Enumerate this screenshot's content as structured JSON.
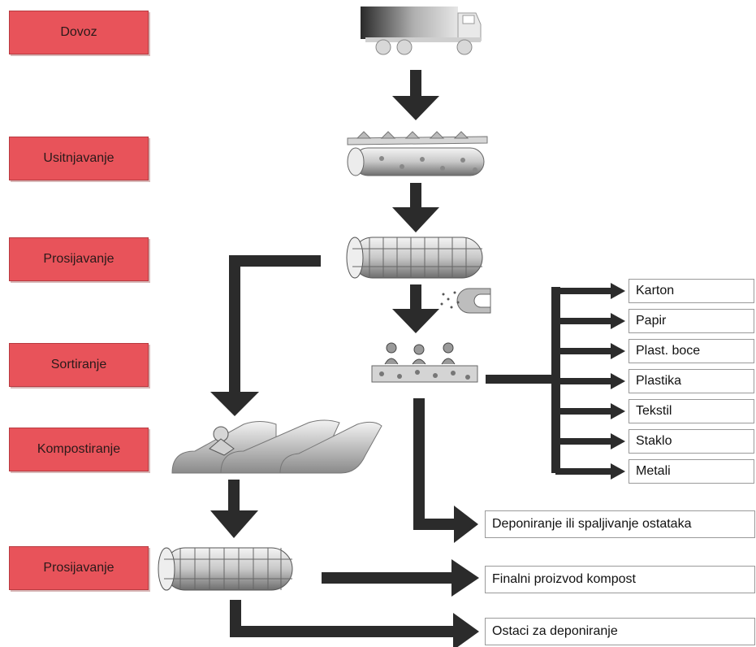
{
  "stages": [
    "Dovoz",
    "Usitnjavanje",
    "Prosijavanje",
    "Sortiranje",
    "Kompostiranje",
    "Prosijavanje"
  ],
  "materials": [
    "Karton",
    "Papir",
    "Plast. boce",
    "Plastika",
    "Tekstil",
    "Staklo",
    "Metali"
  ],
  "outputs": {
    "landfill_or_burn": "Deponiranje ili spaljivanje ostataka",
    "final_compost": "Finalni proizvod kompost",
    "residue": "Ostaci za deponiranje"
  },
  "icons": [
    "truck-icon",
    "shredder-icon",
    "drum-screen-icon",
    "magnet-icon",
    "sorting-workers-icon",
    "compost-windrows-icon",
    "drum-screen-icon"
  ],
  "colors": {
    "stage_fill": "#e8535a",
    "arrow": "#2b2b2b"
  }
}
